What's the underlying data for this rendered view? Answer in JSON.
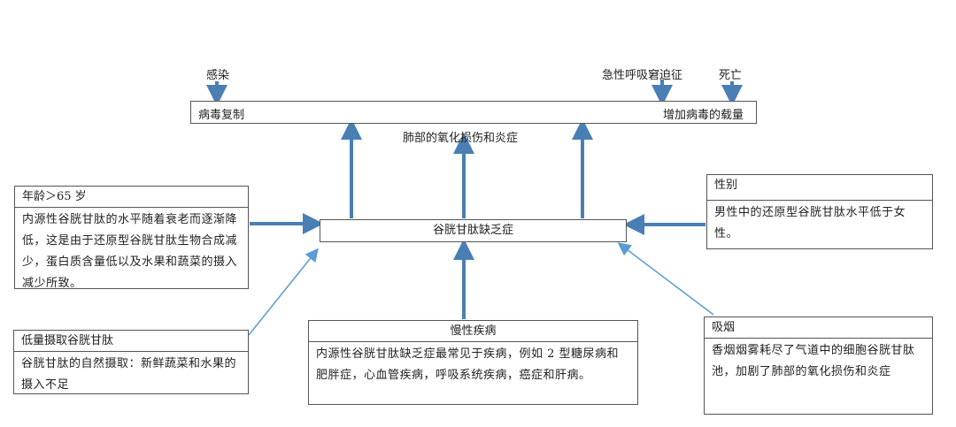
{
  "top": {
    "infection": "感染",
    "ards": "急性呼吸窘迫征",
    "death": "死亡",
    "virus_replication": "病毒复制",
    "viral_load": "增加病毒的载量",
    "lung_damage": "肺部的氧化损伤和炎症"
  },
  "center": {
    "title": "谷胱甘肽缺乏症"
  },
  "age": {
    "title": "年龄＞65 岁",
    "body": "内源性谷胱甘肽的水平随着衰老而逐渐降低，这是由于还原型谷胱甘肽生物合成减少，蛋白质含量低以及水果和蔬菜的摄入减少所致。"
  },
  "sex": {
    "title": "性别",
    "body": "男性中的还原型谷胱甘肽水平低于女性。"
  },
  "intake": {
    "title": "低量摄取谷胱甘肽",
    "body": "谷胱甘肽的自然摄取：新鲜蔬菜和水果的摄入不足"
  },
  "chronic": {
    "title": "慢性疾病",
    "body": "内源性谷胱甘肽缺乏症最常见于疾病，例如 2 型糖尿病和肥胖症，心血管疾病，呼吸系统疾病，癌症和肝病。"
  },
  "smoking": {
    "title": "吸烟",
    "body": "香烟烟雾耗尽了气道中的细胞谷胱甘肽池，加剧了肺部的氧化损伤和炎症"
  },
  "colors": {
    "arrow": "#4a7fb5",
    "thin_arrow": "#5b9bd5",
    "border": "#555555"
  }
}
